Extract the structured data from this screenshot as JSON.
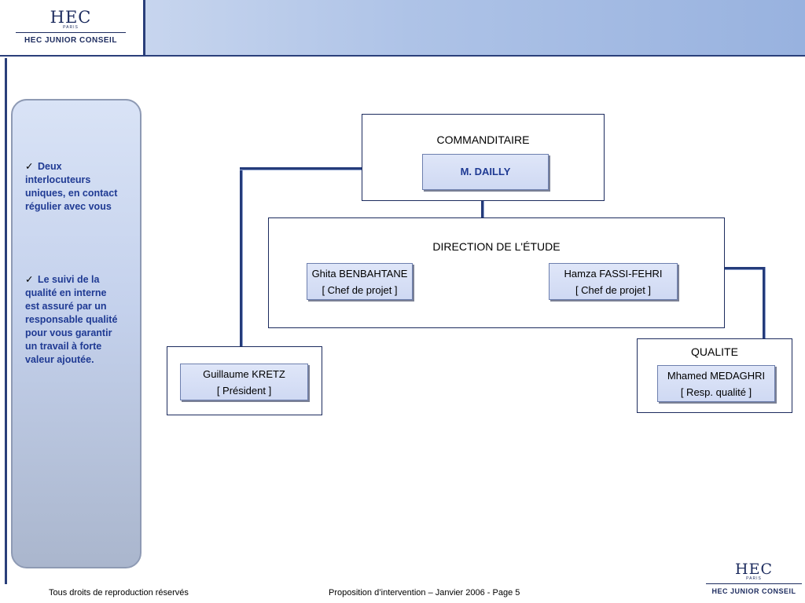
{
  "header": {
    "logo_mark": "HEC",
    "logo_paris": "PARIS",
    "logo_text": "HEC JUNIOR CONSEIL"
  },
  "sidebar": {
    "points": [
      {
        "check": "✓",
        "text": "Deux interlocuteurs uniques, en contact régulier avec vous"
      },
      {
        "check": "✓",
        "text": "Le suivi de la qualité en interne est assuré par un responsable qualité pour vous garantir un travail à forte valeur ajoutée."
      }
    ]
  },
  "org": {
    "commanditaire": {
      "title": "COMMANDITAIRE",
      "name": "M. DAILLY"
    },
    "direction": {
      "title": "DIRECTION DE L'ÉTUDE",
      "members": [
        {
          "name": "Ghita BENBAHTANE",
          "role": "[ Chef de projet ]"
        },
        {
          "name": "Hamza FASSI-FEHRI",
          "role": "[ Chef de projet ]"
        }
      ]
    },
    "president": {
      "name": "Guillaume KRETZ",
      "role": "[ Président ]"
    },
    "qualite": {
      "title": "QUALITE",
      "name": "Mhamed MEDAGHRI",
      "role": "[ Resp. qualité ]"
    }
  },
  "footer": {
    "left": "Tous droits de reproduction réservés",
    "center": "Proposition d’intervention – Janvier  2006 - Page 5"
  },
  "colors": {
    "accent_dark": "#1c2b5e",
    "header_band": "#aec3e7",
    "side_text": "#1f3a93",
    "card_fill": "#d6def5"
  }
}
